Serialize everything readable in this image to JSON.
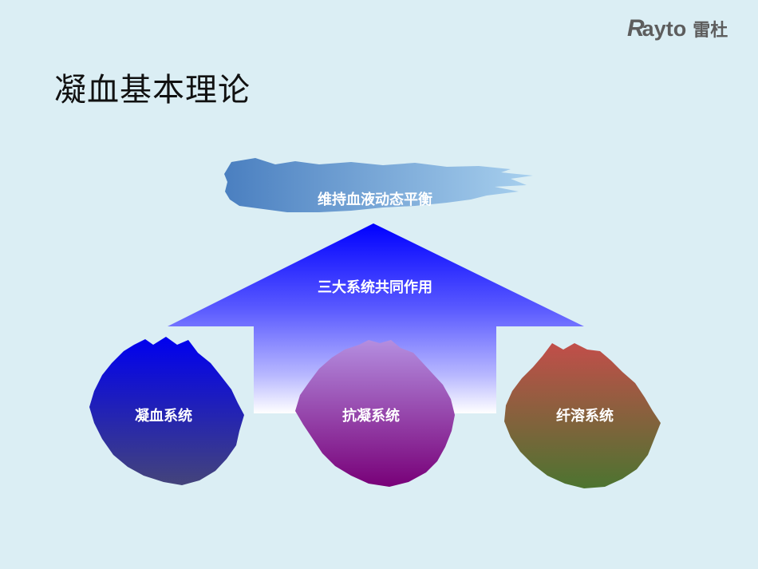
{
  "logo": {
    "latin": "ayto",
    "initial": "R",
    "chinese": "雷杜"
  },
  "slide": {
    "title": "凝血基本理论"
  },
  "diagram": {
    "goal": "维持血液动态平衡",
    "arrow": "三大系统共同作用",
    "systems": [
      {
        "label": "凝血系统",
        "color_top": "#0000f0",
        "color_bottom": "#3a3a78"
      },
      {
        "label": "抗凝系统",
        "color_top": "#b08ae0",
        "color_bottom": "#7a0078"
      },
      {
        "label": "纤溶系统",
        "color_top": "#c05048",
        "color_bottom": "#4f7030"
      }
    ],
    "colors": {
      "background": "#dbeef4",
      "brush_left": "#4a7fc0",
      "brush_right": "#a8d0ee",
      "arrow_top": "#0000ff",
      "arrow_bottom": "#ffffff"
    }
  }
}
